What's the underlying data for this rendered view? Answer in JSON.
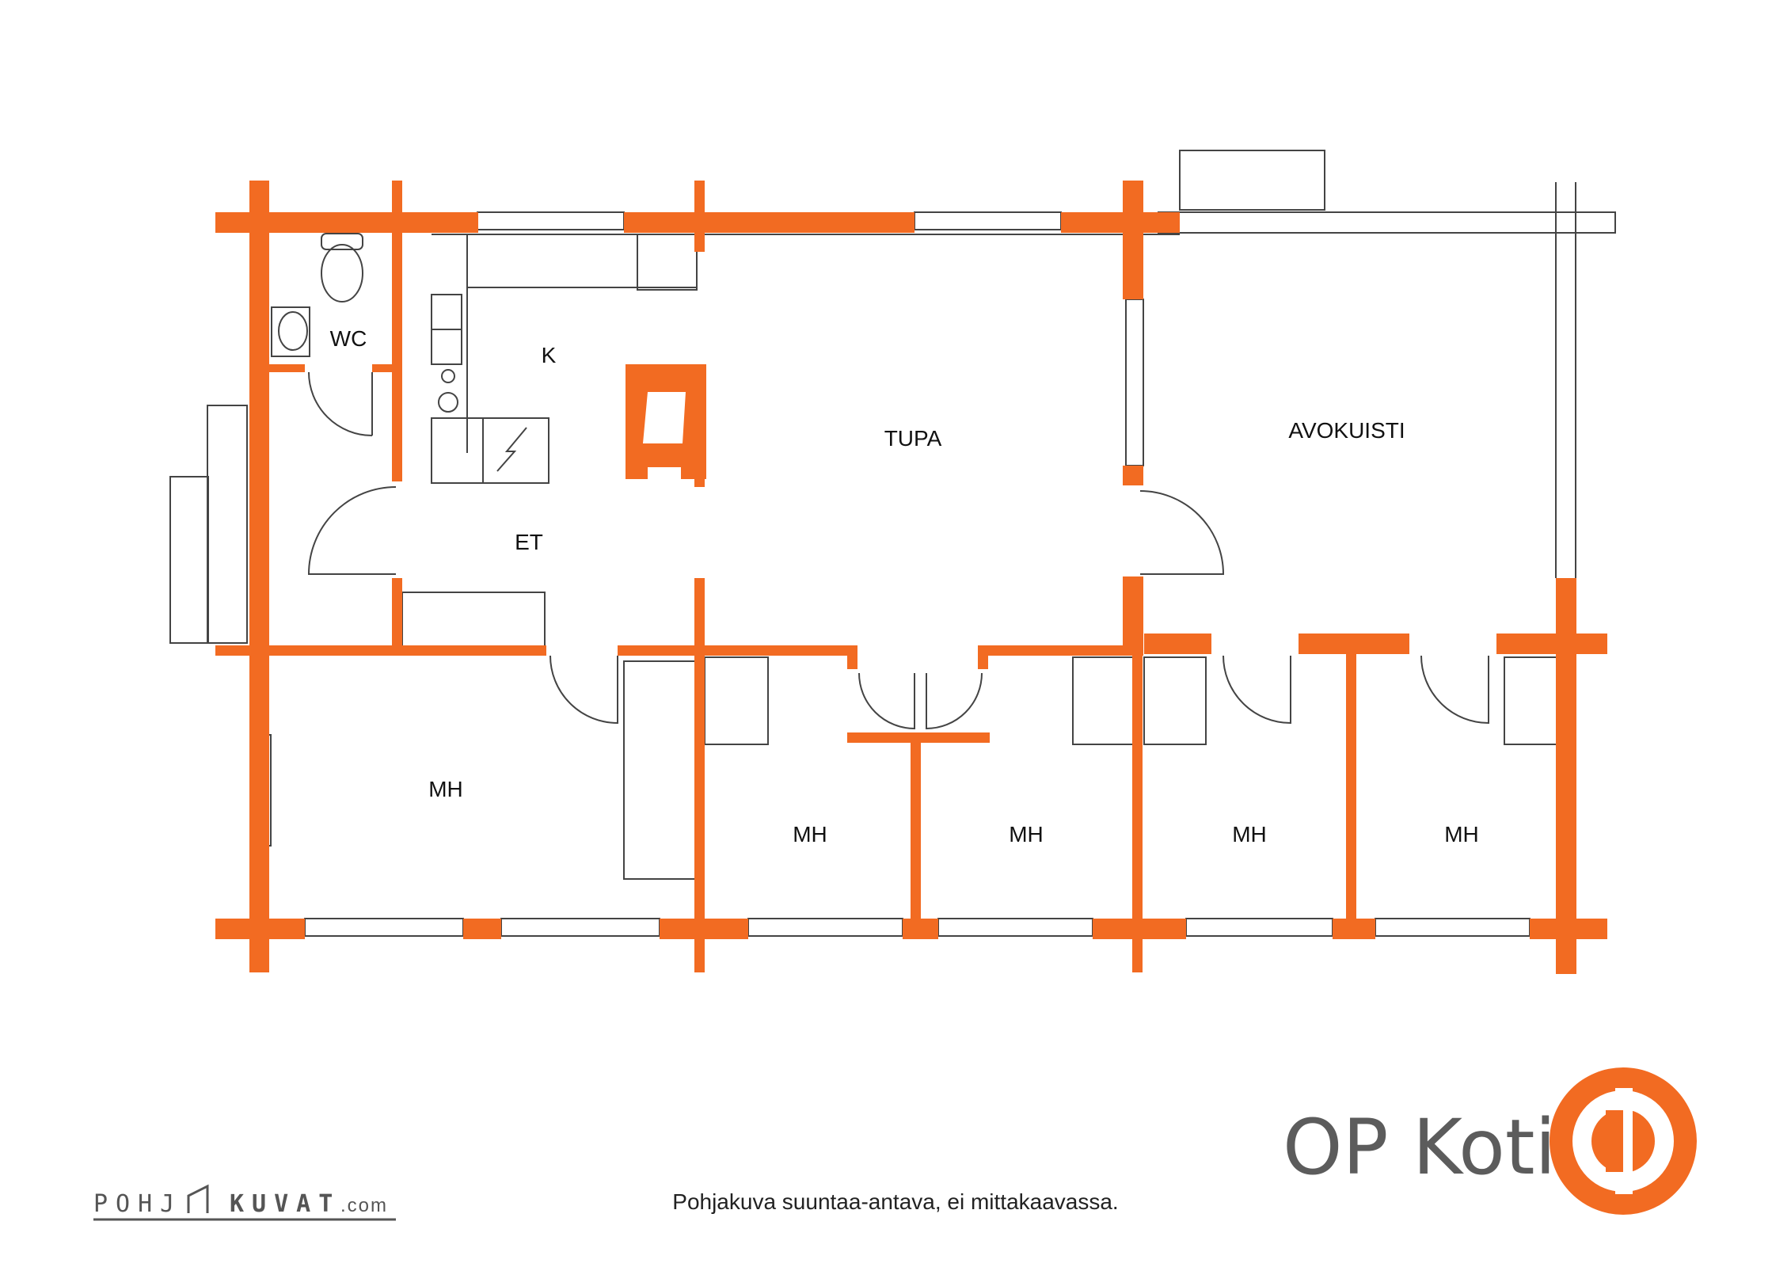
{
  "colors": {
    "wall": "#f26b22",
    "line": "#444444",
    "accent": "#f26b22",
    "text": "#111111",
    "brand_text": "#5c5c5c"
  },
  "rooms": {
    "wc": "WC",
    "k": "K",
    "tupa": "TUPA",
    "avokuisti": "AVOKUISTI",
    "et": "ET",
    "mh1": "MH",
    "mh2": "MH",
    "mh3": "MH",
    "mh4": "MH",
    "mh5": "MH"
  },
  "brand": {
    "name": "OP Koti",
    "logo": "op-logo-icon"
  },
  "watermark": {
    "left": "POHJ",
    "right": "KUVAT",
    "domain": ".com"
  },
  "footer_note": "Pohjakuva suuntaa-antava, ei mittakaavassa."
}
